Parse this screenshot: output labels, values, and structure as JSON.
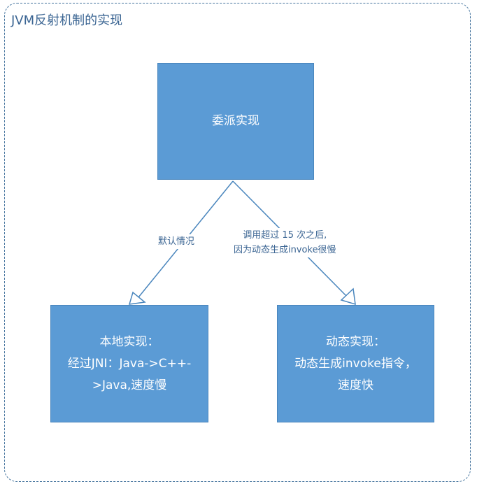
{
  "frame": {
    "title": "JVM反射机制的实现"
  },
  "nodes": {
    "top": {
      "lines": [
        "委派实现"
      ]
    },
    "left": {
      "lines": [
        "本地实现：",
        "经过JNI：Java->C++-",
        ">Java,速度慢"
      ]
    },
    "right": {
      "lines": [
        "动态实现：",
        "动态生成invoke指令，",
        "速度快"
      ]
    }
  },
  "edges": {
    "left": {
      "label": "默认情况"
    },
    "right": {
      "label_lines": [
        "调用超过 15 次之后,",
        "因为动态生成invoke很慢"
      ]
    }
  },
  "colors": {
    "box_fill": "#5b9bd5",
    "line": "#4a86bd",
    "text_accent": "#3b6593"
  }
}
